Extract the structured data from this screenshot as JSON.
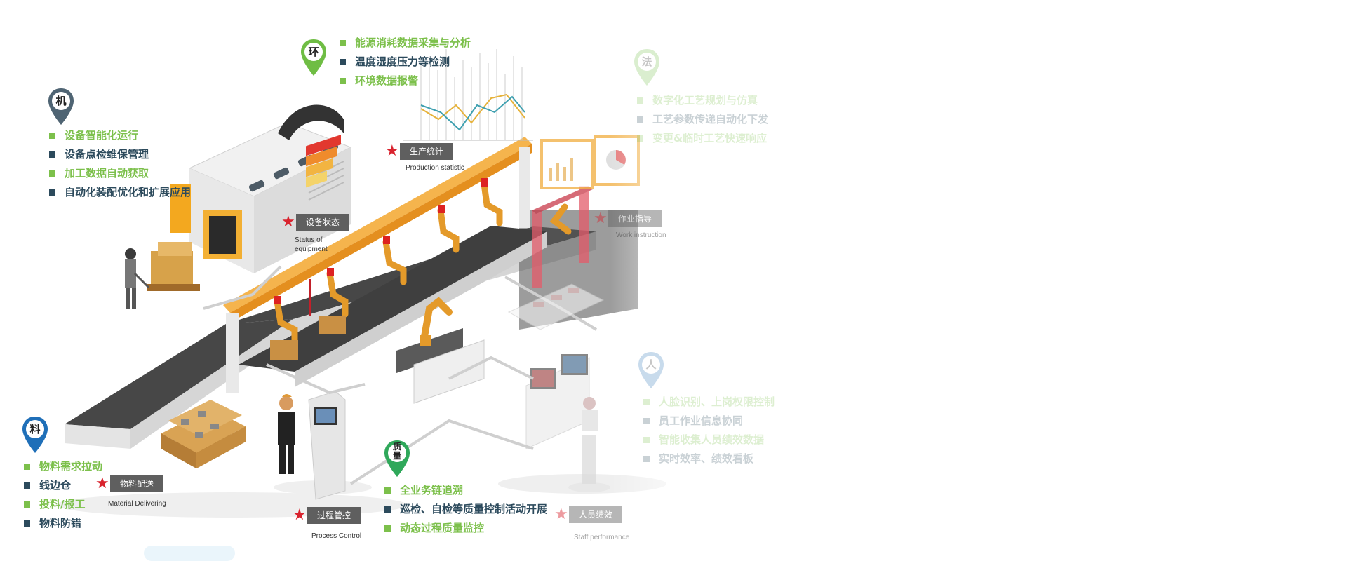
{
  "groups": {
    "machine": {
      "pin": "机",
      "items": [
        "设备智能化运行",
        "设备点检维保管理",
        "加工数据自动获取",
        "自动化装配优化和扩展应用"
      ]
    },
    "environment": {
      "pin": "环",
      "items": [
        "能源消耗数据采集与分析",
        "温度湿度压力等检测",
        "环境数据报警"
      ]
    },
    "method": {
      "pin": "法",
      "items": [
        "数字化工艺规划与仿真",
        "工艺参数传递自动化下发",
        "变更&临时工艺快速响应"
      ]
    },
    "people": {
      "pin": "人",
      "items": [
        "人脸识别、上岗权限控制",
        "员工作业信息协同",
        "智能收集人员绩效数据",
        "实时效率、绩效看板"
      ]
    },
    "material": {
      "pin": "料",
      "items": [
        "物料需求拉动",
        "线边仓",
        "投料/报工",
        "物料防错"
      ]
    },
    "quality": {
      "pin": "质量",
      "items": [
        "全业务链追溯",
        "巡检、自检等质量控制活动开展",
        "动态过程质量监控"
      ]
    }
  },
  "tags": {
    "equipment_status": {
      "cn": "设备状态",
      "en": "Status of equipment"
    },
    "production_statistic": {
      "cn": "生产统计",
      "en": "Production statistic"
    },
    "work_instruction": {
      "cn": "作业指导",
      "en": "Work instruction"
    },
    "material_delivering": {
      "cn": "物料配送",
      "en": "Material Delivering"
    },
    "process_control": {
      "cn": "过程管控",
      "en": "Process Control"
    },
    "staff_performance": {
      "cn": "人员绩效",
      "en": "Staff performance"
    }
  },
  "colors": {
    "green": "#7cc04b",
    "navy": "#2c4a5c",
    "conveyor": "#4a4a4a",
    "gantry": "#f2a93b",
    "star": "#d9232e"
  }
}
